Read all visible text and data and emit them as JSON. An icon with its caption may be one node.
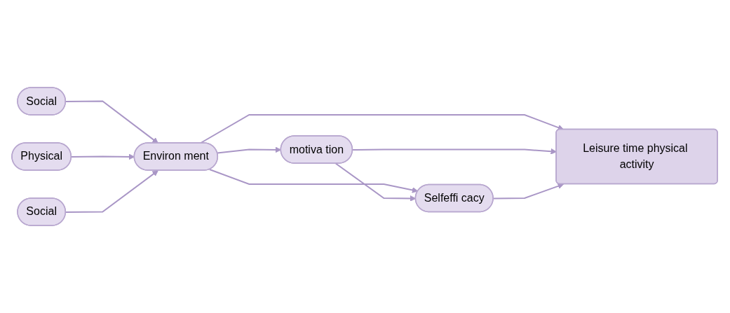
{
  "diagram": {
    "nodes": [
      {
        "text": [
          "Social"
        ]
      },
      {
        "text": [
          "Physical"
        ]
      },
      {
        "text": [
          "Social"
        ]
      },
      {
        "text": [
          "Environ ment"
        ]
      },
      {
        "text": [
          "motiva tion"
        ]
      },
      {
        "text": [
          "Selfeffi cacy"
        ]
      },
      {
        "text": [
          "Leisure time physical activity"
        ]
      }
    ],
    "edges": [
      {
        "from": 0,
        "to": 3,
        "arrow": "to"
      },
      {
        "from": 1,
        "to": 3,
        "arrow": "to"
      },
      {
        "from": 2,
        "to": 3,
        "arrow": "to"
      },
      {
        "from": 3,
        "to": 4,
        "arrow": "to"
      },
      {
        "from": 3,
        "to": 5,
        "arrow": "to"
      },
      {
        "from": 3,
        "to": 6,
        "arrow": "to"
      },
      {
        "from": 4,
        "to": 5,
        "arrow": "to"
      },
      {
        "from": 4,
        "to": 6,
        "arrow": "to"
      },
      {
        "from": 5,
        "to": 6,
        "arrow": "to"
      }
    ]
  }
}
